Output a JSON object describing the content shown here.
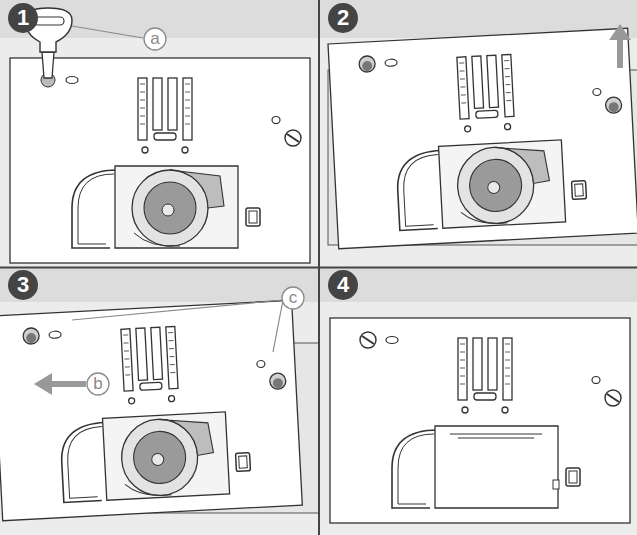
{
  "diagram": {
    "labels": [
      "1",
      "a",
      "2",
      "3",
      "c",
      "b",
      "4"
    ]
  }
}
